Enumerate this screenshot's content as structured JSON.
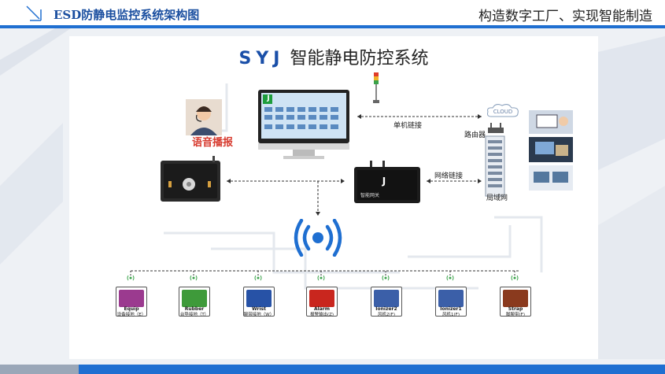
{
  "header": {
    "title": "ESD防静电监控系统架构图",
    "slogan": "构造数字工厂、实现智能制造"
  },
  "diagram": {
    "brand": "SYJ",
    "title": "智能静电防控系统",
    "voice_label": "语音播报",
    "monitor_logo": "J",
    "gateway_logo": "J",
    "link_single": "单机链接",
    "link_network": "网络链接",
    "router_label": "路由器",
    "lan_label": "局域网",
    "cloud_label": "CLOUD",
    "sensors": [
      {
        "en": "Equip",
        "cn": "设备接地（E）",
        "color": "#9b3a8f"
      },
      {
        "en": "Rubber",
        "cn": "台垫接地（T）",
        "color": "#3e9a3a"
      },
      {
        "en": "Wrist",
        "cn": "腕带接地（W）",
        "color": "#2752a6"
      },
      {
        "en": "Alarm",
        "cn": "报警输出(Z)",
        "color": "#c9261e"
      },
      {
        "en": "Ionizer2",
        "cn": "风机2(F)",
        "color": "#3b5fa8"
      },
      {
        "en": "Ionizer1",
        "cn": "风机1(F)",
        "color": "#3b5fa8"
      },
      {
        "en": "Strap",
        "cn": "脚腕带(F)",
        "color": "#8a3a1e"
      }
    ]
  },
  "colors": {
    "accent": "#1f6fd1",
    "brand": "#1a4fa8",
    "voice": "#d73a2e"
  }
}
